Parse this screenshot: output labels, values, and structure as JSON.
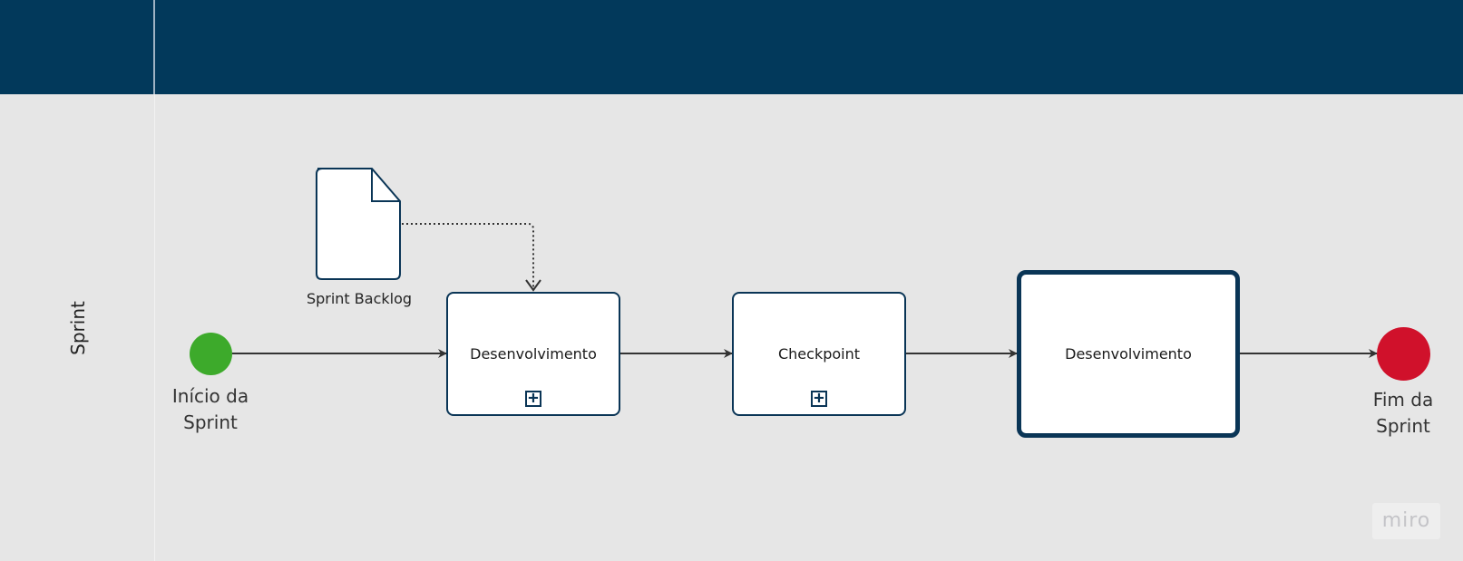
{
  "lane": {
    "label": "Sprint"
  },
  "start_event": {
    "label": "Início da\nSprint"
  },
  "end_event": {
    "label": "Fim da\nSprint"
  },
  "data_object": {
    "label": "Sprint Backlog"
  },
  "tasks": [
    {
      "label": "Desenvolvimento",
      "subprocess_marker": "+"
    },
    {
      "label": "Checkpoint",
      "subprocess_marker": "+"
    },
    {
      "label": "Desenvolvimento"
    }
  ],
  "watermark": "miro",
  "colors": {
    "header": "#02395b",
    "start": "#3daa2b",
    "end": "#d0112b",
    "task_border": "#0a3556",
    "arrow": "#333333"
  }
}
